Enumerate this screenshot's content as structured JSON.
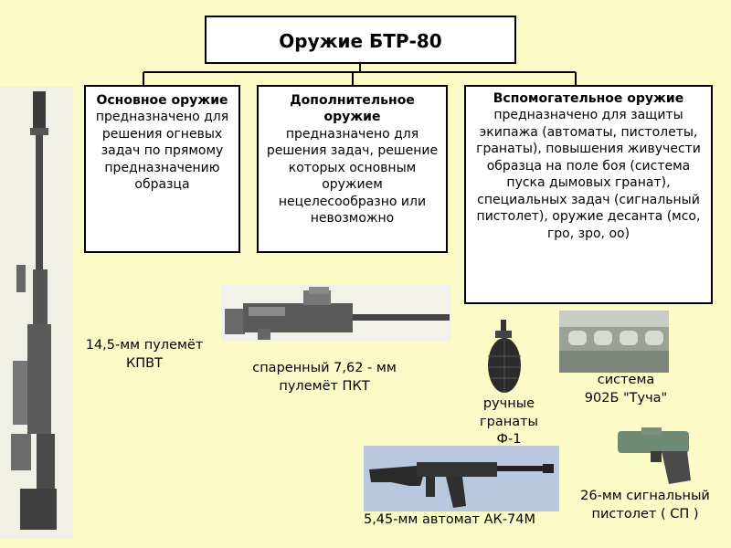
{
  "title": "Оружие БТР-80",
  "boxes": {
    "main": {
      "heading": "Основное оружие",
      "text": "предназначено для решения огневых задач по прямому предназначению образца"
    },
    "additional": {
      "heading": "Дополнительное оружие",
      "text": "предназначено для решения задач, решение которых основным оружием нецелесообразно или невозможно"
    },
    "auxiliary": {
      "heading": "Вспомогательное оружие",
      "text": "предназначено для защиты экипажа (автоматы, пистолеты, гранаты), повышения живучести образца на поле боя (система пуска дымовых гранат), специальных задач (сигнальный пистолет), оружие десанта (мсо, гро, зро, оо)"
    }
  },
  "captions": {
    "kpvt_line1": "14,5-мм пулемёт",
    "kpvt_line2": "КПВТ",
    "pkt_line1": "спаренный 7,62 - мм",
    "pkt_line2": "пулемёт ПКТ",
    "grenade_line1": "ручные",
    "grenade_line2": "гранаты",
    "grenade_line3": "Ф-1",
    "tucha_line1": "система",
    "tucha_line2": "902Б \"Туча\"",
    "ak_line1": "5,45-мм автомат АК-74М",
    "sp_line1": "26-мм сигнальный",
    "sp_line2": "пистолет ( СП )"
  }
}
